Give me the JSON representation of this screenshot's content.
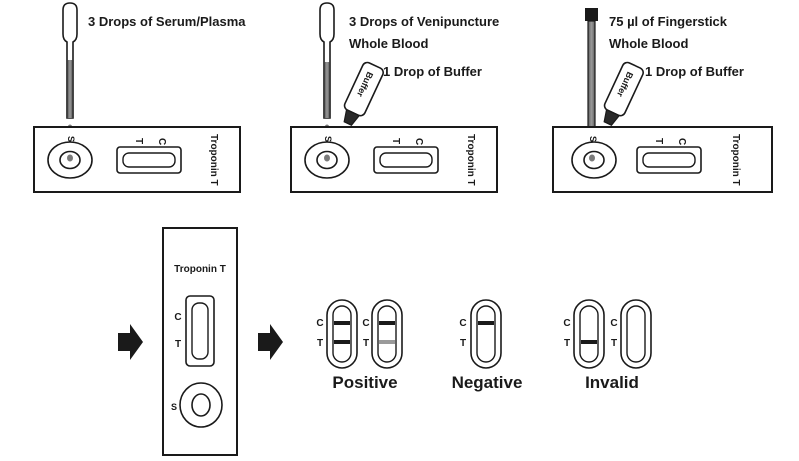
{
  "steps": {
    "serum": {
      "instruction": "3 Drops of Serum/Plasma"
    },
    "venipuncture": {
      "instruction_line1": "3 Drops of Venipuncture",
      "instruction_line2": "Whole Blood",
      "buffer_instruction": "1 Drop of Buffer",
      "buffer_bottle_label": "Buffer"
    },
    "fingerstick": {
      "instruction_line1": "75 µl of Fingerstick",
      "instruction_line2": "Whole Blood",
      "buffer_instruction": "1 Drop of Buffer",
      "buffer_bottle_label": "Buffer"
    }
  },
  "cassette": {
    "product_name": "Troponin T",
    "sample_well": "S",
    "test_line": "T",
    "control_line": "C"
  },
  "results": {
    "line_c": "C",
    "line_t": "T",
    "positive": "Positive",
    "negative": "Negative",
    "invalid": "Invalid"
  },
  "colors": {
    "ink": "#1a1a1a",
    "blood": "#7a7a7a",
    "faint_line": "#9a9a9a"
  }
}
